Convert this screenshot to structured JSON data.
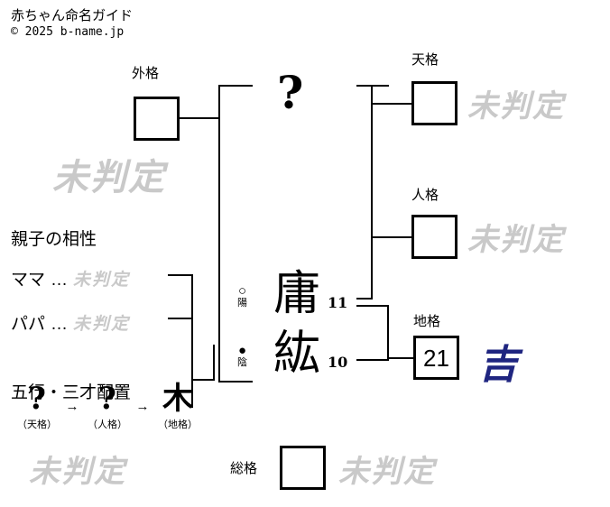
{
  "header": {
    "site_title": "赤ちゃん命名ガイド",
    "copyright": "© 2025 b-name.jp"
  },
  "labels": {
    "gaikaku": "外格",
    "tenkaku": "天格",
    "jinkaku": "人格",
    "chikaku": "地格",
    "soukaku": "総格"
  },
  "values": {
    "gaikaku": "",
    "tenkaku": "",
    "jinkaku": "",
    "chikaku": "21",
    "soukaku": ""
  },
  "verdicts": {
    "undetermined": "未判定",
    "gaikaku": "未判定",
    "tenkaku": "未判定",
    "jinkaku": "未判定",
    "chikaku": "吉",
    "soukaku": "未判定",
    "gogyo": "未判定"
  },
  "name": {
    "surname_placeholder": "?",
    "characters": [
      {
        "char": "庸",
        "strokes": "11",
        "polarity_mark": "○",
        "polarity_label": "陽"
      },
      {
        "char": "紘",
        "strokes": "10",
        "polarity_mark": "●",
        "polarity_label": "陰"
      }
    ]
  },
  "compatibility": {
    "title": "親子の相性",
    "rows": [
      {
        "who": "ママ",
        "dots": "…",
        "result": "未判定"
      },
      {
        "who": "パパ",
        "dots": "…",
        "result": "未判定"
      }
    ]
  },
  "gogyo": {
    "title": "五行・三才配置",
    "arrow": "→",
    "cells": [
      {
        "glyph": "?",
        "sub": "（天格）"
      },
      {
        "glyph": "?",
        "sub": "（人格）"
      },
      {
        "glyph": "木",
        "sub": "（地格）"
      }
    ]
  },
  "colors": {
    "ink": "#000000",
    "watermark": "#c9c9c9",
    "auspicious": "#1f2580",
    "background": "#ffffff"
  }
}
